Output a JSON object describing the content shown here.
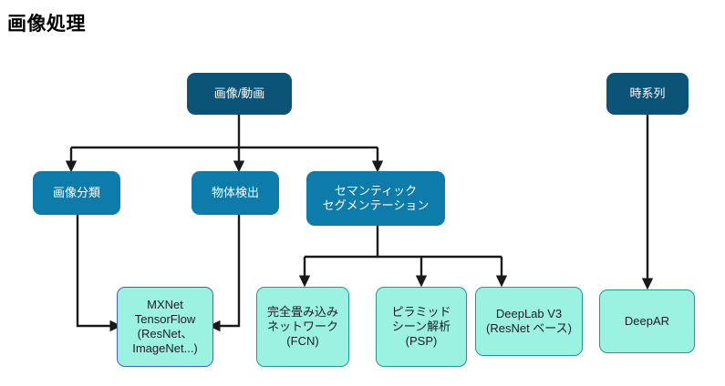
{
  "page": {
    "title": "画像処理",
    "background_color": "#ffffff"
  },
  "palette": {
    "root_fill": "#0b5377",
    "level2_fill": "#0e7cab",
    "leaf_fill": "#9bf2e0",
    "leaf_border_teal": "#1f9a91",
    "leaf_border_blue": "#3f62c4",
    "edge_color": "#1a1a1a",
    "node_text_light": "#ffffff",
    "node_text_dark": "#1b1b2b",
    "title_color": "#000000"
  },
  "nodes": {
    "image_video": {
      "label": "画像/動画",
      "level": "root"
    },
    "image_classification": {
      "label": "画像分類",
      "level": "level2"
    },
    "object_detection": {
      "label": "物体検出",
      "level": "level2"
    },
    "semantic_segmentation": {
      "label": "セマンティック\nセグメンテーション",
      "level": "level2"
    },
    "time_series": {
      "label": "時系列",
      "level": "root"
    },
    "mxnet_tensorflow": {
      "label": "MXNet\nTensorFlow\n(ResNet、\nImageNet...)",
      "level": "leaf"
    },
    "fcn": {
      "label": "完全畳み込み\nネットワーク\n(FCN)",
      "level": "leaf"
    },
    "psp": {
      "label": "ピラミッド\nシーン解析\n(PSP)",
      "level": "leaf"
    },
    "deeplab_v3": {
      "label": "DeepLab V3\n(ResNet ベース)",
      "level": "leaf"
    },
    "deepar": {
      "label": "DeepAR",
      "level": "leaf"
    }
  },
  "edges": [
    {
      "from": "image_video",
      "to": "image_classification",
      "style": "orthogonal-bus"
    },
    {
      "from": "image_video",
      "to": "object_detection",
      "style": "straight"
    },
    {
      "from": "image_video",
      "to": "semantic_segmentation",
      "style": "orthogonal-bus"
    },
    {
      "from": "image_classification",
      "to": "mxnet_tensorflow",
      "style": "elbow-right"
    },
    {
      "from": "object_detection",
      "to": "mxnet_tensorflow",
      "style": "elbow-left"
    },
    {
      "from": "semantic_segmentation",
      "to": "fcn",
      "style": "orthogonal-bus"
    },
    {
      "from": "semantic_segmentation",
      "to": "psp",
      "style": "orthogonal-bus"
    },
    {
      "from": "semantic_segmentation",
      "to": "deeplab_v3",
      "style": "orthogonal-bus"
    },
    {
      "from": "time_series",
      "to": "deepar",
      "style": "straight"
    }
  ]
}
